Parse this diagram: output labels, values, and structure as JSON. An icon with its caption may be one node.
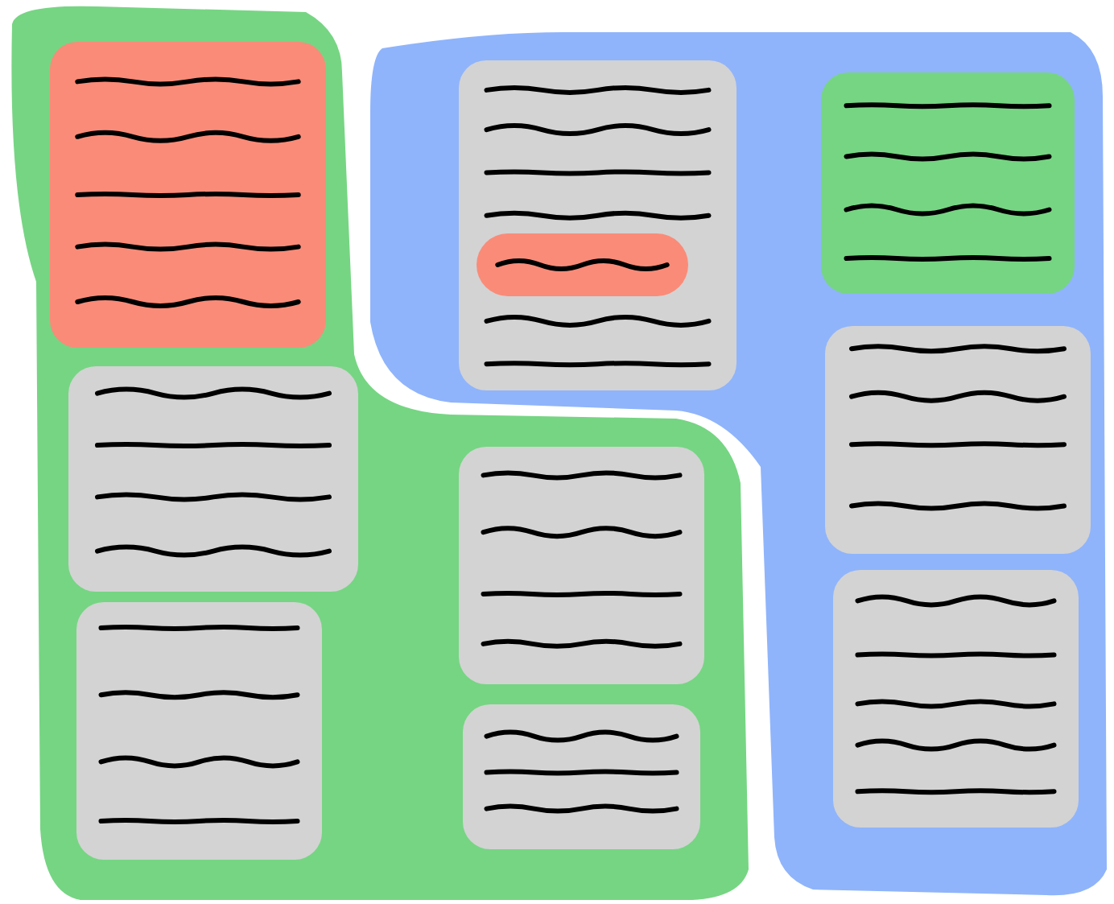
{
  "diagram": {
    "nodes": [
      {
        "text": [],
        "shape": "box"
      },
      {
        "text": [],
        "shape": "box",
        "in": 0
      },
      {
        "text": [],
        "shape": "box",
        "in": 0
      },
      {
        "text": [],
        "shape": "box",
        "in": 0
      },
      {
        "text": [],
        "shape": "box",
        "in": 0
      },
      {
        "text": [],
        "shape": "box",
        "in": 0
      },
      {
        "text": [],
        "shape": "box"
      },
      {
        "text": [],
        "shape": "box",
        "in": 6
      },
      {
        "text": [],
        "shape": "bar",
        "in": 7
      },
      {
        "text": [],
        "shape": "box",
        "in": 6
      },
      {
        "text": [],
        "shape": "box",
        "in": 6
      },
      {
        "text": [],
        "shape": "box",
        "in": 6
      }
    ]
  }
}
